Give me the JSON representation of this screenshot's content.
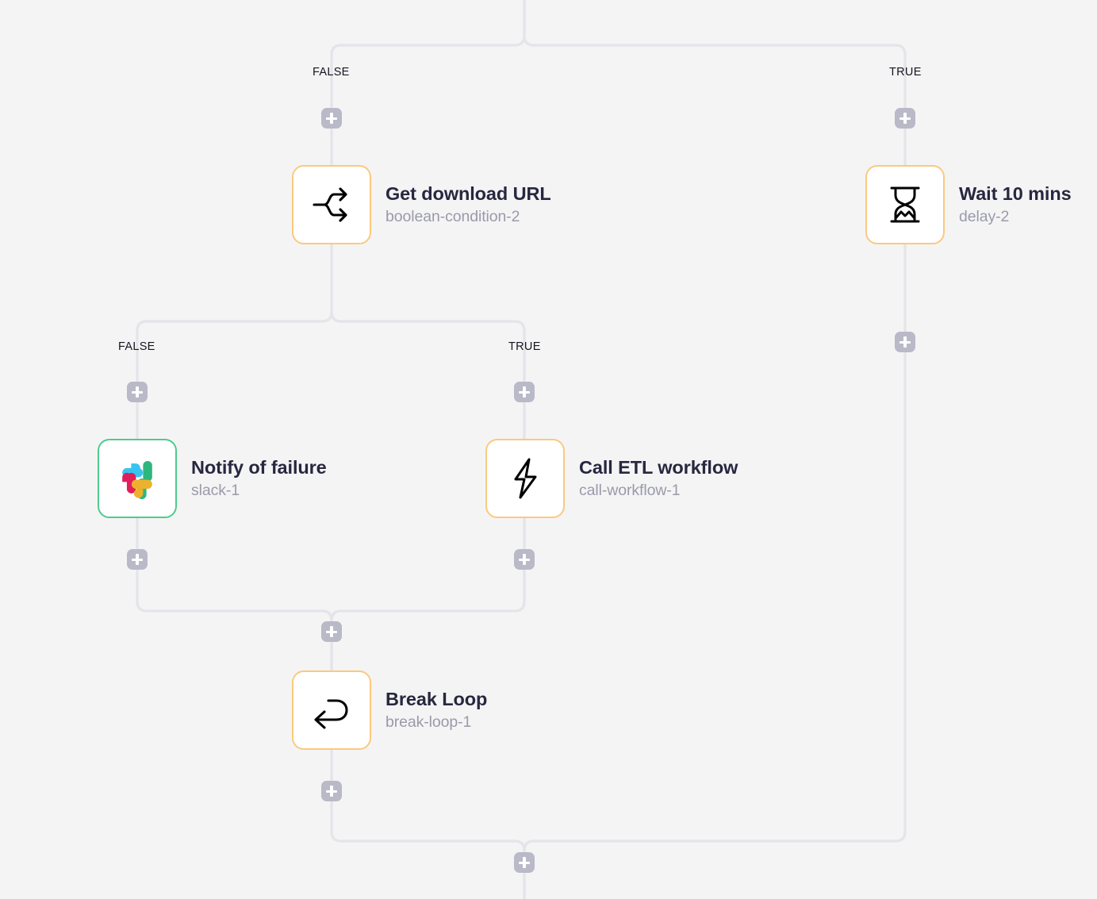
{
  "canvas": {
    "background_color": "#f4f4f5",
    "wire_color": "#e4e4e9",
    "node_border_default": "#fbc97f",
    "node_border_active": "#4ecb8d",
    "plus_button_color": "#b9b9c8",
    "title_color": "#27273f",
    "subtitle_color": "#9a9aab"
  },
  "branch_labels": [
    {
      "id": "root-false",
      "text": "FALSE"
    },
    {
      "id": "root-true",
      "text": "TRUE"
    },
    {
      "id": "cond2-false",
      "text": "FALSE"
    },
    {
      "id": "cond2-true",
      "text": "TRUE"
    }
  ],
  "nodes": [
    {
      "id": "boolean-condition-2",
      "title": "Get download URL",
      "subtitle": "boolean-condition-2",
      "icon": "branch-split-icon",
      "border_state": "default"
    },
    {
      "id": "delay-2",
      "title": "Wait 10 mins",
      "subtitle": "delay-2",
      "icon": "hourglass-icon",
      "border_state": "default"
    },
    {
      "id": "slack-1",
      "title": "Notify of failure",
      "subtitle": "slack-1",
      "icon": "slack-icon",
      "border_state": "active"
    },
    {
      "id": "call-workflow-1",
      "title": "Call ETL workflow",
      "subtitle": "call-workflow-1",
      "icon": "lightning-bolt-icon",
      "border_state": "default"
    },
    {
      "id": "break-loop-1",
      "title": "Break Loop",
      "subtitle": "break-loop-1",
      "icon": "u-turn-arrow-icon",
      "border_state": "default"
    }
  ],
  "add_buttons": [
    {
      "id": "add-root-false"
    },
    {
      "id": "add-root-true"
    },
    {
      "id": "add-after-delay-2"
    },
    {
      "id": "add-cond2-false"
    },
    {
      "id": "add-cond2-true"
    },
    {
      "id": "add-after-slack-1"
    },
    {
      "id": "add-after-call-workflow-1"
    },
    {
      "id": "add-before-break-loop-1"
    },
    {
      "id": "add-after-break-loop-1"
    },
    {
      "id": "add-final-merge"
    }
  ],
  "slack_colors": {
    "blue": "#36c5f0",
    "green": "#2eb67d",
    "red": "#e01e5a",
    "yellow": "#ecb22e"
  }
}
